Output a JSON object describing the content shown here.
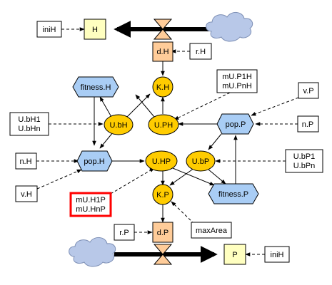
{
  "nodes": {
    "iniH_top": "iniH",
    "H": "H",
    "dH": "d.H",
    "rH": "r.H",
    "KH": "K.H",
    "fitnessH": "fitness.H",
    "mUP1H": "mU.P1H",
    "mUPnH": "mU.PnH",
    "vP": "v.P",
    "UbH1": "U.bH1",
    "UbHn": "U.bHn",
    "UbH": "U.bH",
    "UPH": "U.PH",
    "popP": "pop.P",
    "nP": "n.P",
    "nH": "n.H",
    "popH": "pop.H",
    "UHP": "U.HP",
    "UbP": "U.bP",
    "UbP1": "U.bP1",
    "UbPn": "U.bPn",
    "vH": "v.H",
    "KP": "K.P",
    "fitnessP": "fitness.P",
    "mUH1P": "mU.H1P",
    "mUHnP": "mU.HnP",
    "maxArea": "maxArea",
    "rP": "r.P",
    "dP": "d.P",
    "P": "P",
    "iniH_bottom": "iniH"
  },
  "colors": {
    "stock": "#ffffc0",
    "flow": "#ffcc99",
    "auxiliary": "#ffcc00",
    "hexagon": "#a9cdf5",
    "cloud": "#b8c8e8",
    "highlight": "#ff0000"
  }
}
